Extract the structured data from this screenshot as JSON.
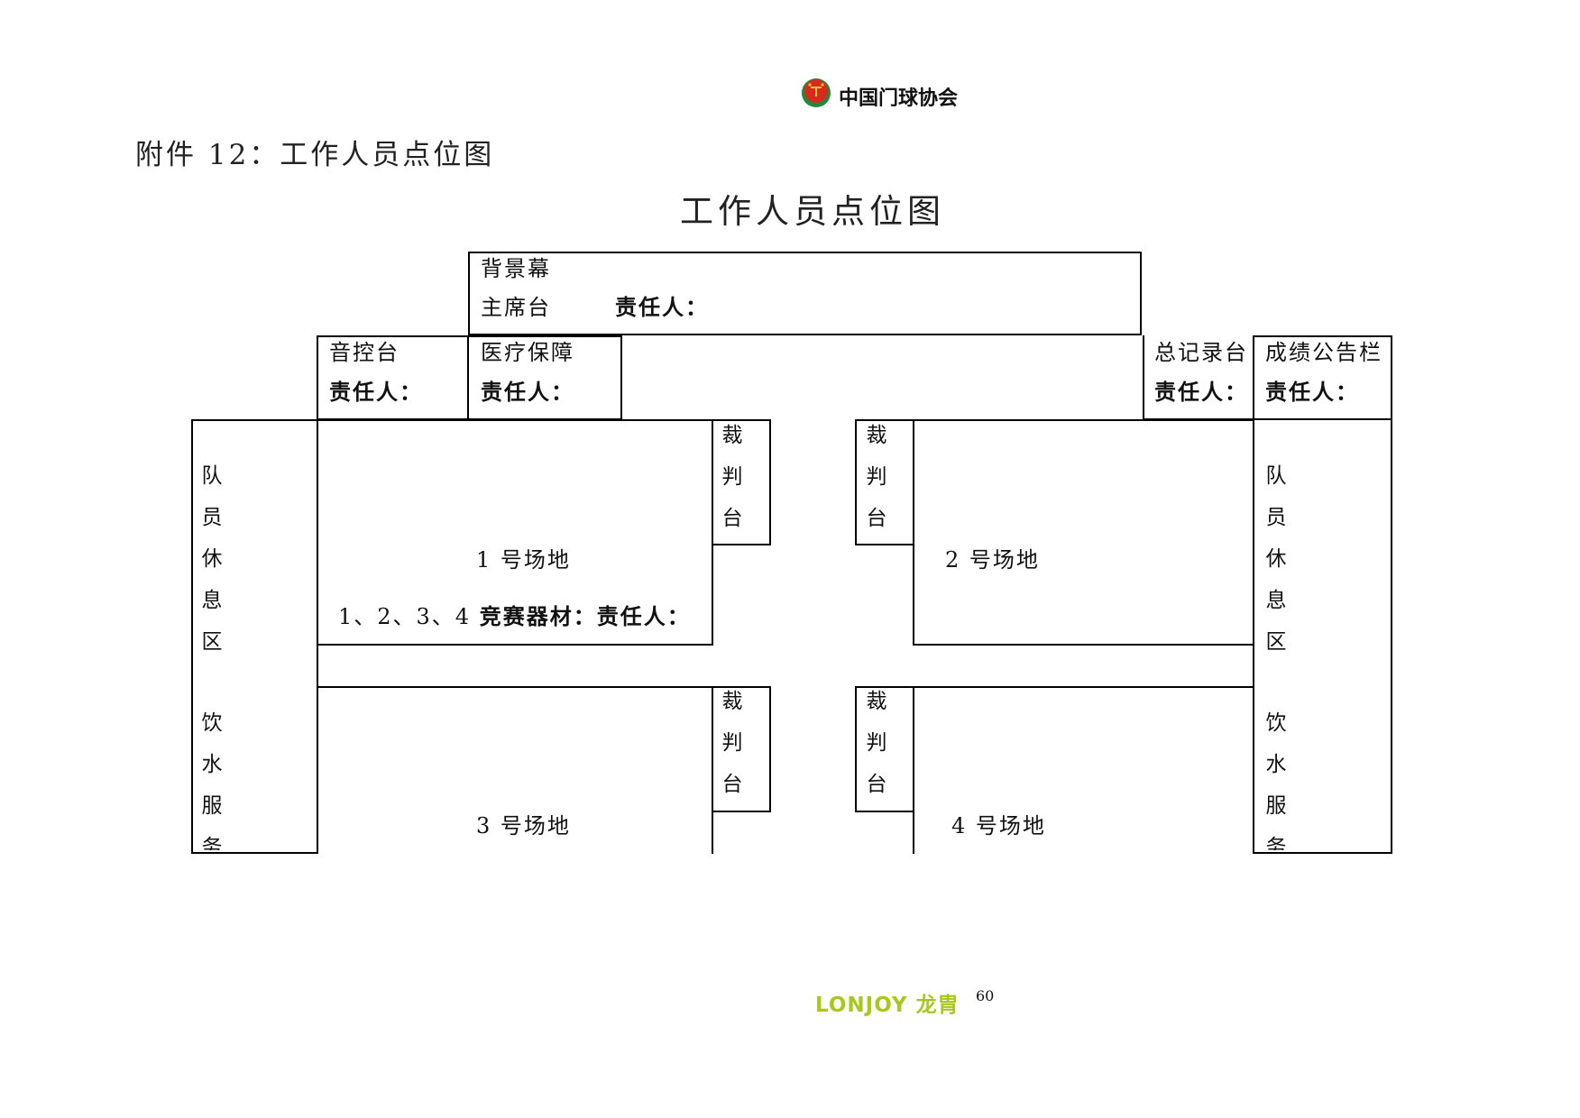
{
  "header": {
    "org_name": "中国门球协会",
    "emblem_colors": {
      "red": "#d62a1f",
      "green": "#1f8a3a",
      "yellow": "#f2c230"
    }
  },
  "attachment_label": "附件 12：工作人员点位图",
  "doc_title": "工作人员点位图",
  "layout": {
    "backdrop": {
      "label": "背景幕",
      "desk_label": "主席台",
      "owner_label": "责任人："
    },
    "sound_desk": {
      "label": "音控台",
      "owner_label": "责任人："
    },
    "medical": {
      "label": "医疗保障",
      "owner_label": "责任人："
    },
    "recorder": {
      "label": "总记录台",
      "owner_label": "责任人："
    },
    "results_board": {
      "label": "成绩公告栏",
      "owner_label": "责任人："
    },
    "left_side": {
      "rest_area": [
        "队",
        "员",
        "休",
        "息",
        "区"
      ],
      "water_service": [
        "饮",
        "水",
        "服",
        "务"
      ]
    },
    "right_side": {
      "rest_area": [
        "队",
        "员",
        "休",
        "息",
        "区"
      ],
      "water_service": [
        "饮",
        "水",
        "服",
        "务"
      ]
    },
    "referee_desk": [
      "裁",
      "判",
      "台"
    ],
    "court1": {
      "label": "1 号场地",
      "equip_prefix": "1、2、3、4 ",
      "equip_label": "竞赛器材：责任人："
    },
    "court2": {
      "label": "2 号场地"
    },
    "court3": {
      "label": "3 号场地"
    },
    "court4": {
      "label": "4 号场地"
    }
  },
  "footer": {
    "brand_latin": "LONJOY",
    "brand_cn": "龙胄",
    "brand_color": "#a9c71c",
    "page_number": "60"
  }
}
